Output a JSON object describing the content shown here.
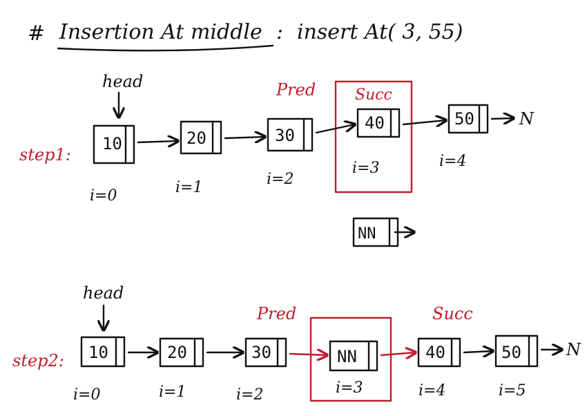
{
  "title": {
    "hash": "#",
    "main": "Insertion At middle",
    "colon": ":",
    "call": "insert At( 3, 55)"
  },
  "colors": {
    "ink": "#111111",
    "accent": "#c21c2b"
  },
  "step1": {
    "label": "step1:",
    "head_label": "head",
    "pred_label": "Pred",
    "succ_label": "Succ",
    "nodes": [
      "10",
      "20",
      "30",
      "40",
      "50"
    ],
    "indices": [
      "i=0",
      "i=1",
      "i=2",
      "i=3",
      "i=4"
    ],
    "null_label": "N",
    "new_node": "NN"
  },
  "step2": {
    "label": "step2:",
    "head_label": "head",
    "pred_label": "Pred",
    "succ_label": "Succ",
    "nodes": [
      "10",
      "20",
      "30",
      "NN",
      "40",
      "50"
    ],
    "indices": [
      "i=0",
      "i=1",
      "i=2",
      "i=3",
      "i=4",
      "i=5"
    ],
    "null_label": "N"
  }
}
